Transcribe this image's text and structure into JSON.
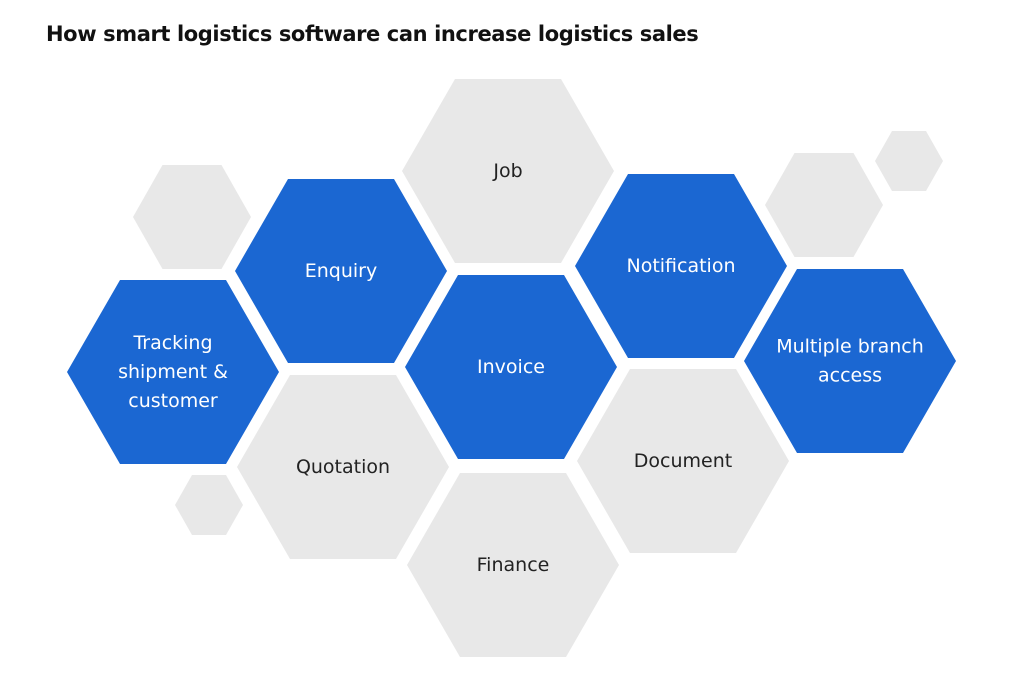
{
  "title": "How smart logistics software can increase logistics sales",
  "colors": {
    "highlight": "#1b67d2",
    "neutral": "#e8e8e8",
    "highlight_text": "#ffffff",
    "neutral_text": "#222222"
  },
  "hexagons": [
    {
      "id": "job",
      "lines": [
        "Job"
      ],
      "highlighted": false
    },
    {
      "id": "enquiry",
      "lines": [
        "Enquiry"
      ],
      "highlighted": true
    },
    {
      "id": "notification",
      "lines": [
        "Notification"
      ],
      "highlighted": true
    },
    {
      "id": "tracking-shipment-customer",
      "lines": [
        "Tracking",
        "shipment &",
        "customer"
      ],
      "highlighted": true
    },
    {
      "id": "invoice",
      "lines": [
        "Invoice"
      ],
      "highlighted": true
    },
    {
      "id": "multiple-branch-access",
      "lines": [
        "Multiple branch",
        "access"
      ],
      "highlighted": true
    },
    {
      "id": "quotation",
      "lines": [
        "Quotation"
      ],
      "highlighted": false
    },
    {
      "id": "document",
      "lines": [
        "Document"
      ],
      "highlighted": false
    },
    {
      "id": "finance",
      "lines": [
        "Finance"
      ],
      "highlighted": false
    }
  ]
}
